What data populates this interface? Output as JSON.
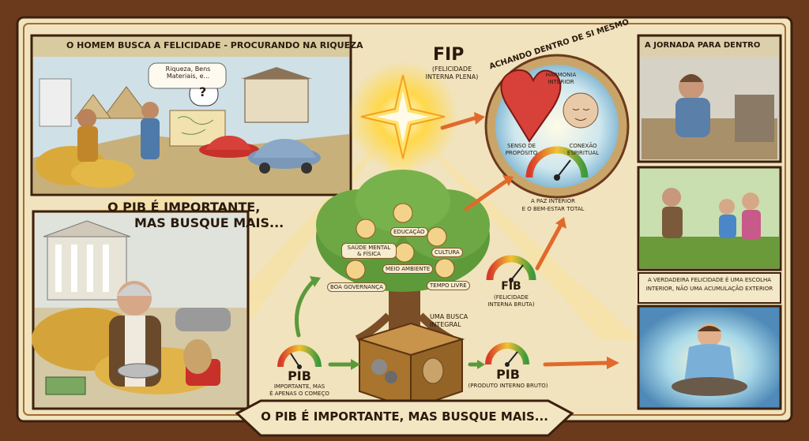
{
  "panels": {
    "top_left": {
      "caption": "O HOMEM BUSCA A FELICIDADE - PROCURANDO NA RIQUEZA",
      "bubble": "Riqueza, Bens Materiais, e..."
    },
    "main_heading": [
      "O PIB É IMPORTANTE,",
      "MAS BUSQUE MAIS..."
    ],
    "right_top": {
      "caption": "A JORNADA PARA DENTRO"
    },
    "right_middle": {
      "text": [
        "A VERDADEIRA FELICIDADE É UMA ESCOLHA",
        "INTERIOR, NÃO UMA ACUMULAÇÃO EXTERIOR"
      ]
    }
  },
  "fip": {
    "title": "FIP",
    "subtitle": [
      "(FELICIDADE",
      "INTERNA PLENA)"
    ]
  },
  "circle": {
    "arc_title": "ACHANDO DENTRO DE SI MESMO",
    "harmony": [
      "HARMONIA",
      "INTERIOR"
    ],
    "purpose": [
      "SENSO DE",
      "PROPÓSITO"
    ],
    "connection": [
      "CONEXÃO",
      "ESPIRITUAL"
    ]
  },
  "inner_peace": [
    "A PAZ INTERIOR",
    "E O BEM-ESTAR TOTAL"
  ],
  "tree": {
    "labels": [
      "EDUCAÇÃO",
      "SAÚDE MENTAL & FÍSICA",
      "CULTURA",
      "MEIO AMBIENTE",
      "BOA GOVERNANÇA",
      "TEMPO LIVRE"
    ],
    "note": [
      "UMA BUSCA",
      "INTEGRAL"
    ]
  },
  "fib": {
    "title": "FIB",
    "subtitle": [
      "(FELICIDADE",
      "INTERNA BRUTA)"
    ]
  },
  "pib_left": {
    "title": "PIB",
    "subtitle": [
      "IMPORTANTE, MAS",
      "É APENAS O COMEÇO"
    ]
  },
  "pib_right": {
    "title": "PIB",
    "subtitle": "(PRODUTO INTERNO BRUTO)"
  },
  "banner": "O PIB É IMPORTANTE, MAS BUSQUE MAIS...",
  "colors": {
    "frame": "#6b3a1c",
    "parchment": "#f1e3bd",
    "gold": "#f6c33c",
    "arrow": "#e06a2c",
    "green_arrow": "#5a9a3a"
  }
}
